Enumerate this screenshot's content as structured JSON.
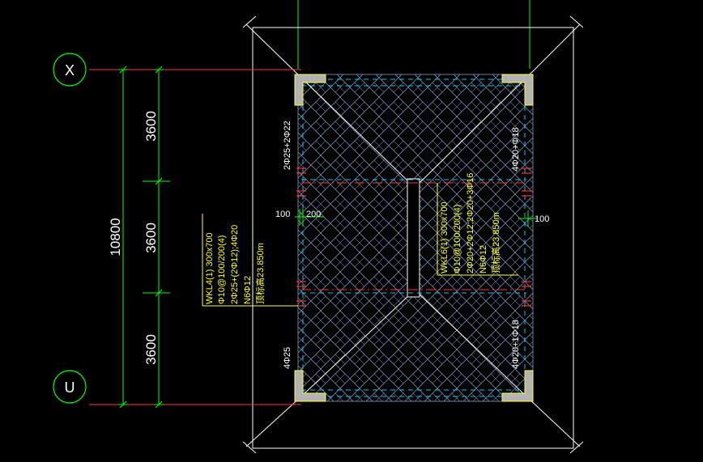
{
  "colors": {
    "background": "#000000",
    "dimension": "#00ff00",
    "outline": "#ffffff",
    "annotation": "#ffff33",
    "column": "#b3b3b3",
    "rebar": "#ff3333",
    "hatch": "#6a7fa0",
    "axis_line": "#ff3333",
    "stirrup": "#00ccff"
  },
  "axes": {
    "top_label": "X",
    "bottom_label": "U"
  },
  "dimensions": {
    "total": "10800",
    "segments": [
      "3600",
      "3600",
      "3600"
    ],
    "offset_left": "100",
    "offset_right": "200",
    "offset_far_right": "100"
  },
  "beam_left": {
    "line1": "WKL4(1) 300x700",
    "line2": "Φ10@100/200(4)",
    "line3": "2Φ25+(2Φ12);4Φ20",
    "line4": "N6Φ12",
    "line5": "顶标高23.850m"
  },
  "beam_right": {
    "line1": "WKL6(1) 300x700",
    "line2": "Φ10@100/200(4)",
    "line3": "2Φ20+2Φ12;2Φ20+3Φ16",
    "line4": "N6Φ12",
    "line5": "顶标高23.850m"
  },
  "rebar_labels": {
    "left_top": "2Φ25+2Φ22",
    "left_bottom": "4Φ25",
    "right_top": "4Φ20+Φ18",
    "right_bottom": "4Φ20+1Φ18"
  }
}
